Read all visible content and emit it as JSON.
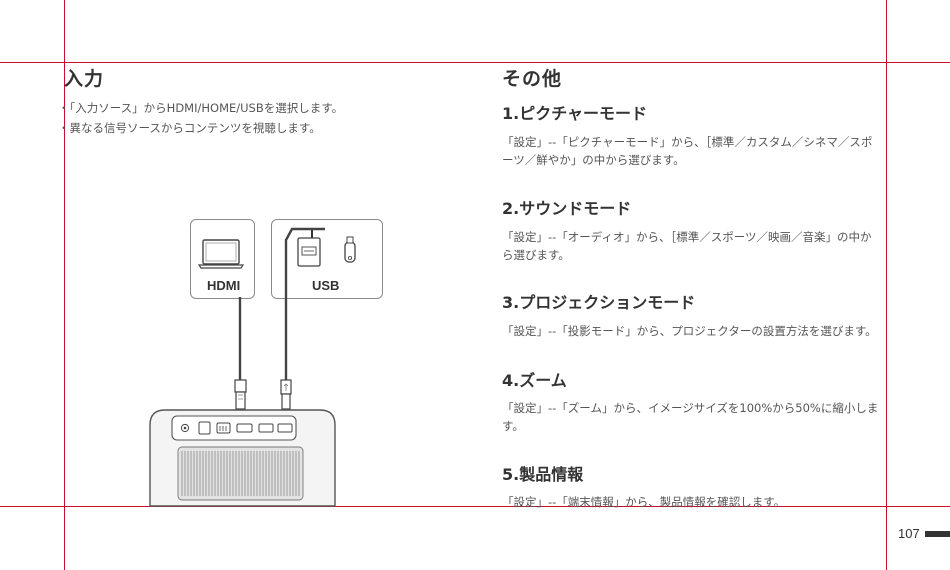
{
  "left": {
    "heading": "入力",
    "bullets": [
      "・「入力ソース」からHDMI/HOME/USBを選択します。",
      "・異なる信号ソースからコンテンツを視聴します。"
    ],
    "diagram": {
      "hdmi_label": "HDMI",
      "usb_label": "USB"
    }
  },
  "right": {
    "heading": "その他",
    "sections": [
      {
        "title": "1.ピクチャーモード",
        "line1": "「設定」--「ピクチャーモード」から、［標準／カスタム／シネマ／スポ",
        "line2": "ーツ／鮮やか」の中から選びます。"
      },
      {
        "title": "2.サウンドモード",
        "line1": "「設定」--「オーディオ」から、［標準／スポーツ／映画／音楽」の中か",
        "line2": "ら選びます。"
      },
      {
        "title": "3.プロジェクションモード",
        "line1": "「設定」--「投影モード」から、プロジェクターの設置方法を選びます。",
        "line2": ""
      },
      {
        "title": "4.ズーム",
        "line1": "「設定」--「ズーム」から、イメージサイズを100%から50%に縮小しま",
        "line2": "す。"
      },
      {
        "title": "5.製品情報",
        "line1": "「設定」--「端末情報」から、製品情報を確認します。",
        "line2": ""
      }
    ]
  },
  "footer": {
    "page_number": "107"
  }
}
